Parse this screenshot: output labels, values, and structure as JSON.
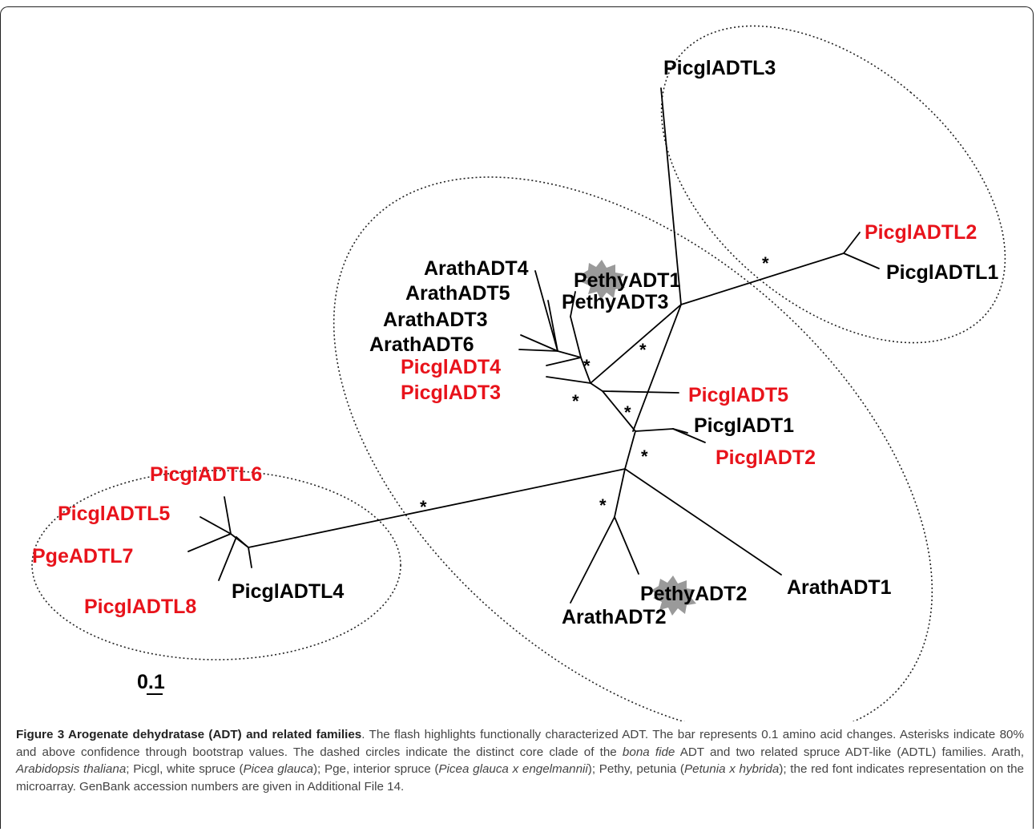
{
  "figure": {
    "scale_bar_label": "0.1",
    "leaves": [
      {
        "id": "picgl_adtl3",
        "label": "PicglADTL3",
        "color": "#000000"
      },
      {
        "id": "picgl_adtl2",
        "label": "PicglADTL2",
        "color": "#e8131b"
      },
      {
        "id": "picgl_adtl1",
        "label": "PicglADTL1",
        "color": "#000000"
      },
      {
        "id": "arath_adt4",
        "label": "ArathADT4",
        "color": "#000000"
      },
      {
        "id": "arath_adt5",
        "label": "ArathADT5",
        "color": "#000000"
      },
      {
        "id": "arath_adt3",
        "label": "ArathADT3",
        "color": "#000000"
      },
      {
        "id": "arath_adt6",
        "label": "ArathADT6",
        "color": "#000000"
      },
      {
        "id": "picgl_adt4",
        "label": "PicglADT4",
        "color": "#e8131b"
      },
      {
        "id": "picgl_adt3",
        "label": "PicglADT3",
        "color": "#e8131b"
      },
      {
        "id": "pethy_adt1",
        "label": "PethyADT1",
        "color": "#000000"
      },
      {
        "id": "pethy_adt3",
        "label": "PethyADT3",
        "color": "#000000"
      },
      {
        "id": "picgl_adt5",
        "label": "PicglADT5",
        "color": "#e8131b"
      },
      {
        "id": "picgl_adt1",
        "label": "PicglADT1",
        "color": "#000000"
      },
      {
        "id": "picgl_adt2",
        "label": "PicglADT2",
        "color": "#e8131b"
      },
      {
        "id": "picgl_adtl6",
        "label": "PicglADTL6",
        "color": "#e8131b"
      },
      {
        "id": "picgl_adtl5",
        "label": "PicglADTL5",
        "color": "#e8131b"
      },
      {
        "id": "pge_adtl7",
        "label": "PgeADTL7",
        "color": "#e8131b"
      },
      {
        "id": "picgl_adtl8",
        "label": "PicglADTL8",
        "color": "#e8131b"
      },
      {
        "id": "picgl_adtl4",
        "label": "PicglADTL4",
        "color": "#000000"
      },
      {
        "id": "pethy_adt2",
        "label": "PethyADT2",
        "color": "#000000"
      },
      {
        "id": "arath_adt2",
        "label": "ArathADT2",
        "color": "#000000"
      },
      {
        "id": "arath_adt1",
        "label": "ArathADT1",
        "color": "#000000"
      }
    ],
    "bootstrap_marker": "*",
    "flash_color": "#9a9a9a"
  },
  "caption": {
    "title": "Figure 3 Arogenate dehydratase (ADT) and related families",
    "t1": ". The flash highlights functionally characterized ADT. The bar represents 0.1 amino acid changes. Asterisks indicate 80% and above confidence through bootstrap values. The dashed circles indicate the distinct core clade of the ",
    "i1": "bona fide",
    "t2": " ADT and two related spruce ADT-like (ADTL) families. Arath, ",
    "i2": "Arabidopsis thaliana",
    "t3": "; Picgl, white spruce (",
    "i3": "Picea glauca",
    "t4": "); Pge, interior spruce (",
    "i4": "Picea glauca x engelmannii",
    "t5": "); Pethy, petunia (",
    "i5": "Petunia x hybrida",
    "t6": "); the red font indicates representation on the microarray. GenBank accession numbers are given in Additional File 14."
  }
}
